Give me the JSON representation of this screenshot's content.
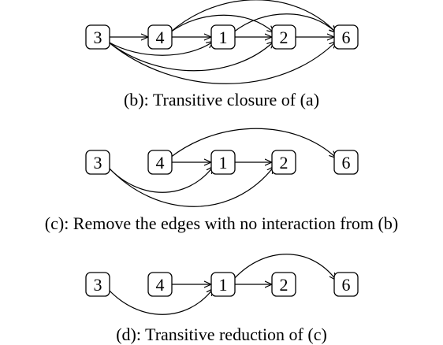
{
  "diagrams": [
    {
      "caption": "(b): Transitive closure of (a)",
      "nodes": [
        "3",
        "4",
        "1",
        "2",
        "6"
      ],
      "edges": [
        [
          "3",
          "4"
        ],
        [
          "3",
          "1"
        ],
        [
          "3",
          "2"
        ],
        [
          "3",
          "6"
        ],
        [
          "4",
          "1"
        ],
        [
          "4",
          "2"
        ],
        [
          "4",
          "6"
        ],
        [
          "1",
          "2"
        ],
        [
          "1",
          "6"
        ],
        [
          "2",
          "6"
        ]
      ]
    },
    {
      "caption": "(c): Remove the edges with no interaction from (b)",
      "nodes": [
        "3",
        "4",
        "1",
        "2",
        "6"
      ],
      "edges": [
        [
          "3",
          "1"
        ],
        [
          "3",
          "2"
        ],
        [
          "4",
          "1"
        ],
        [
          "4",
          "6"
        ],
        [
          "1",
          "2"
        ]
      ]
    },
    {
      "caption": "(d): Transitive reduction of (c)",
      "nodes": [
        "3",
        "4",
        "1",
        "2",
        "6"
      ],
      "edges": [
        [
          "3",
          "1"
        ],
        [
          "4",
          "1"
        ],
        [
          "1",
          "2"
        ],
        [
          "1",
          "6"
        ]
      ]
    }
  ]
}
